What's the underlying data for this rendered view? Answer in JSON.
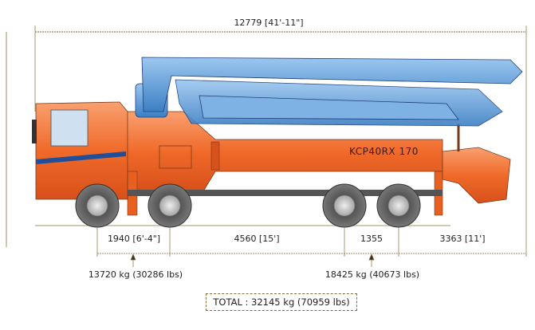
{
  "overall_length": "12779 [41'-11\"]",
  "model": "KCP40RX 170",
  "dimensions": [
    {
      "label": "1940 [6'-4\"]"
    },
    {
      "label": "4560 [15']"
    },
    {
      "label": "1355"
    },
    {
      "label": "3363 [11']"
    }
  ],
  "axle_loads": {
    "front": "13720 kg (30286 lbs)",
    "rear": "18425 kg (40673 lbs)"
  },
  "total": "TOTAL : 32145 kg (70959 lbs)",
  "colors": {
    "body": "#f06a2a",
    "boom": "#4a8fd0",
    "cab_stripe": "#1f4f9a",
    "dim_line": "#8a6a3a"
  }
}
